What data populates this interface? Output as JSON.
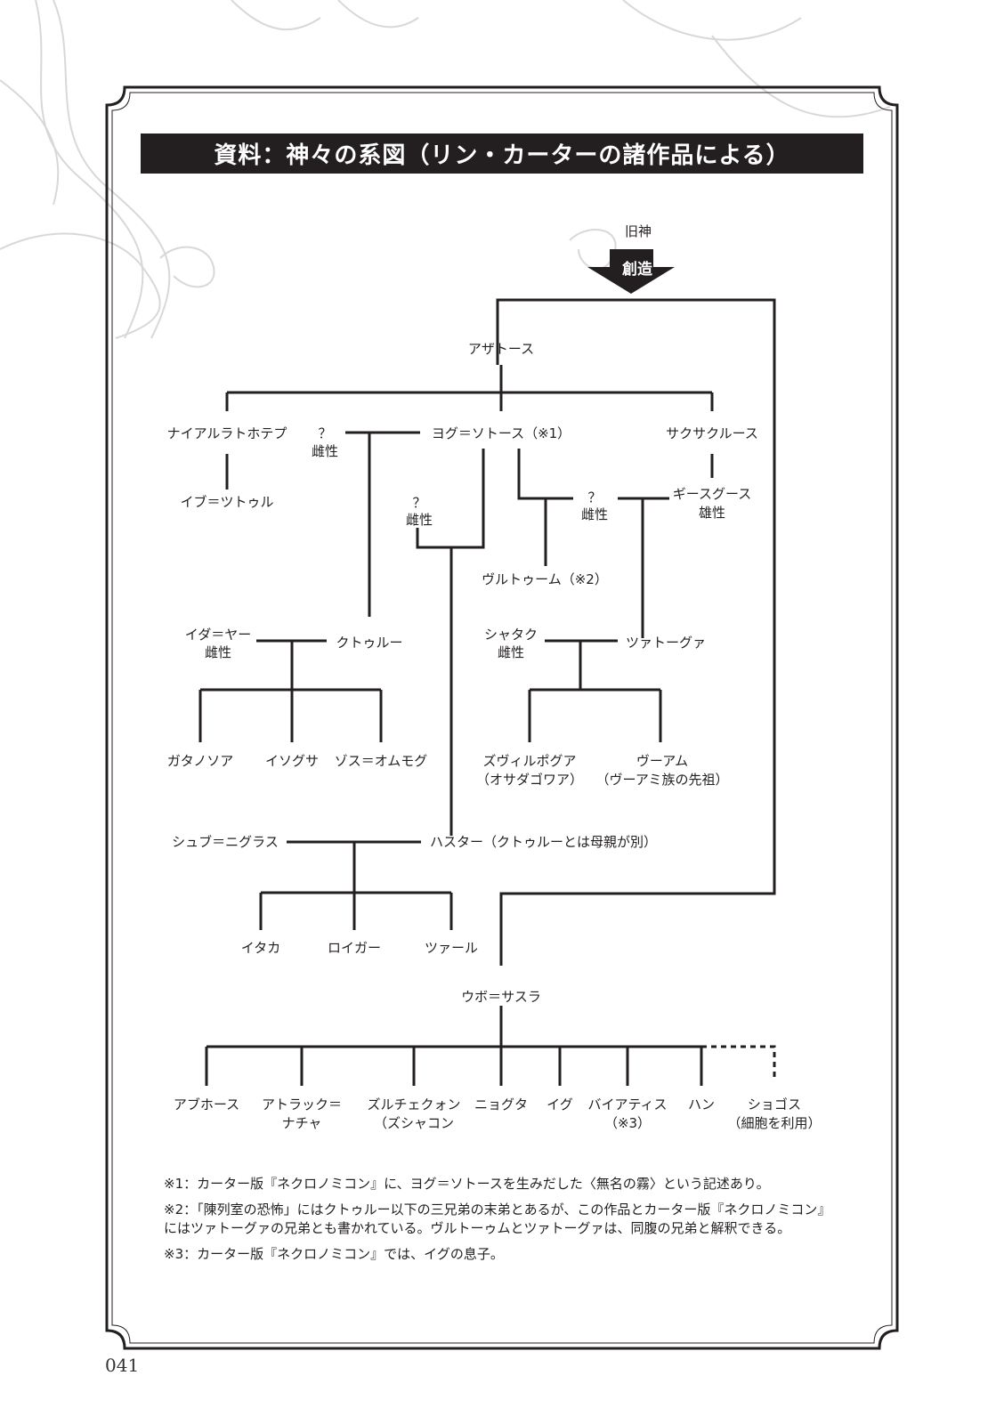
{
  "title": "資料：神々の系図（リン・カーターの諸作品による）",
  "colors": {
    "ink": "#231f20",
    "title_bg": "#231f20",
    "title_text": "#ffffff"
  },
  "diagram": {
    "top_label": "旧神",
    "arrow_label": "創造",
    "nodes": {
      "azathoth": "アザトース",
      "nyarlathotep": "ナイアルラトホテプ",
      "ybtsttl": "イブ＝ツトゥル",
      "unknown_female_1_q": "？",
      "unknown_female_1": "雌性",
      "yog_sothoth": "ヨグ＝ソトース（※1）",
      "unknown_female_2_q": "？",
      "unknown_female_2": "雌性",
      "unknown_female_3_q": "？",
      "unknown_female_3": "雌性",
      "sakusaklu": "サクサクルース",
      "ghisguth": "ギースグース",
      "ghisguth_sex": "雄性",
      "vulthoom": "ヴルトゥーム（※2）",
      "idhya": "イダ＝ヤー",
      "idhya_sex": "雌性",
      "cthulhu": "クトゥルー",
      "shatak": "シャタク",
      "shatak_sex": "雌性",
      "tsathoggua": "ツァトーグァ",
      "ghatanothoa": "ガタノソア",
      "ythogtha": "イソグサ",
      "zoth_ommog": "ゾス＝オムモグ",
      "zvilpogghua": "ズヴィルポグア",
      "zvilpogghua_alias": "（オサダゴワア）",
      "vorm": "ヴーアム",
      "vorm_note": "（ヴーアミ族の先祖）",
      "shub_niggurath": "シュブ＝ニグラス",
      "hastur": "ハスター（クトゥルーとは母親が別）",
      "ithaqua": "イタカ",
      "lloigor": "ロイガー",
      "zhar": "ツァール",
      "ubbo_sathla": "ウボ＝サスラ",
      "abhoth": "アブホース",
      "atlach_nacha_1": "アトラック＝",
      "atlach_nacha_2": "ナチャ",
      "zulchequon_1": "ズルチェクォン",
      "zulchequon_2": "（ズシャコン",
      "nyogtha": "ニョグタ",
      "yig": "イグ",
      "byatis_1": "バイアティス",
      "byatis_2": "（※3）",
      "han": "ハン",
      "shoggoth_1": "ショゴス",
      "shoggoth_2": "（細胞を利用）"
    }
  },
  "notes": [
    "※1：カーター版『ネクロノミコン』に、ヨグ＝ソトースを生みだした〈無名の霧〉という記述あり。",
    "※2：「陳列室の恐怖」にはクトゥルー以下の三兄弟の末弟とあるが、この作品とカーター版『ネクロノミコン』にはツァトーグァの兄弟とも書かれている。ヴルトーゥムとツァトーグァは、同腹の兄弟と解釈できる。",
    "※3：カーター版『ネクロノミコン』では、イグの息子。"
  ],
  "page_number": "041"
}
